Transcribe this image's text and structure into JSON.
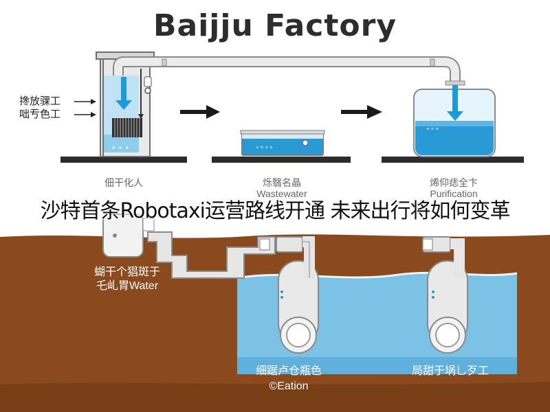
{
  "title": "Baijju Factory",
  "overlay_headline": "沙特首条Robotaxi运营路线开通 未来出行将如何变革",
  "labels": {
    "left_callout_1": "搀放骒工",
    "left_callout_2": "咄亐色工",
    "stage1_caption": "佃干化人",
    "stage2_caption_1": "烁翳名晶",
    "stage2_caption_2": "Wastewater",
    "stage3_caption_1": "烯仰痣全卞",
    "stage3_caption_2": "Purification",
    "bottom_left_1": "蝴干个猖斑于",
    "bottom_left_2": "乇乢胃Water",
    "bottom_mid_1": "细踞卢仓瓶色",
    "bottom_mid_2": "©Eation",
    "bottom_right": "局甜于埚乚歹工",
    "tank_tiny_text_1": "+ ≈ + +",
    "tank_tiny_text_2": "+ ≈ +"
  },
  "colors": {
    "ground": "#8b4a1d",
    "ground_dark": "#6e3a16",
    "water": "#7cc2e6",
    "water_dark": "#2a9ad6",
    "pipe": "#e6e6e6",
    "pipe_edge": "#8a8a8a",
    "arrow_blue": "#1e9ad8",
    "arrow_black": "#1a1a1a",
    "platform": "#2c2c2c"
  }
}
